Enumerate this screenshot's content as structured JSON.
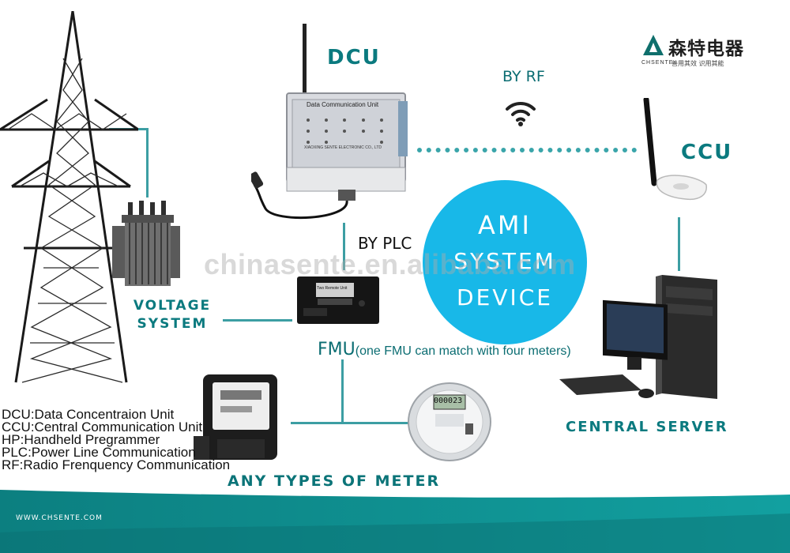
{
  "brand": {
    "logo_chinese": "森特电器",
    "logo_sub_left": "CHSENTE",
    "logo_slogan": "善用其效  识用其能"
  },
  "labels": {
    "dcu": "DCU",
    "by_rf": "BY RF",
    "ccu": "CCU",
    "by_plc": "BY PLC",
    "voltage_line1": "VOLTAGE",
    "voltage_line2": "SYSTEM",
    "fmu": "FMU",
    "fmu_note": "(one FMU  can match with four meters)",
    "central_server": "CENTRAL SERVER",
    "any_meter": "ANY TYPES OF METER"
  },
  "center_circle": {
    "line1": "AMI",
    "line2": "SYSTEM",
    "line3": "DEVICE"
  },
  "dcu_device": {
    "panel_title": "Data Communication Unit",
    "maker": "XIAOXING SENTE ELECTRONIC CO., LTD"
  },
  "fmu_device": {
    "chip_label": "Two Remote Unit"
  },
  "meter": {
    "reading": "000023"
  },
  "watermark": "chinasente.en.alibaba.com",
  "glossary": [
    "DCU:Data Concentraion Unit",
    "CCU:Central Communication Unit",
    "HP:Handheld Pregrammer",
    "PLC:Power Line Communication",
    "RF:Radio Frenquency Communication"
  ],
  "footer": {
    "website": "WWW.CHSENTE.COM"
  },
  "colors": {
    "teal": "#0b7a7f",
    "circle": "#18b8e8",
    "footer_band": "#0d8a89"
  }
}
